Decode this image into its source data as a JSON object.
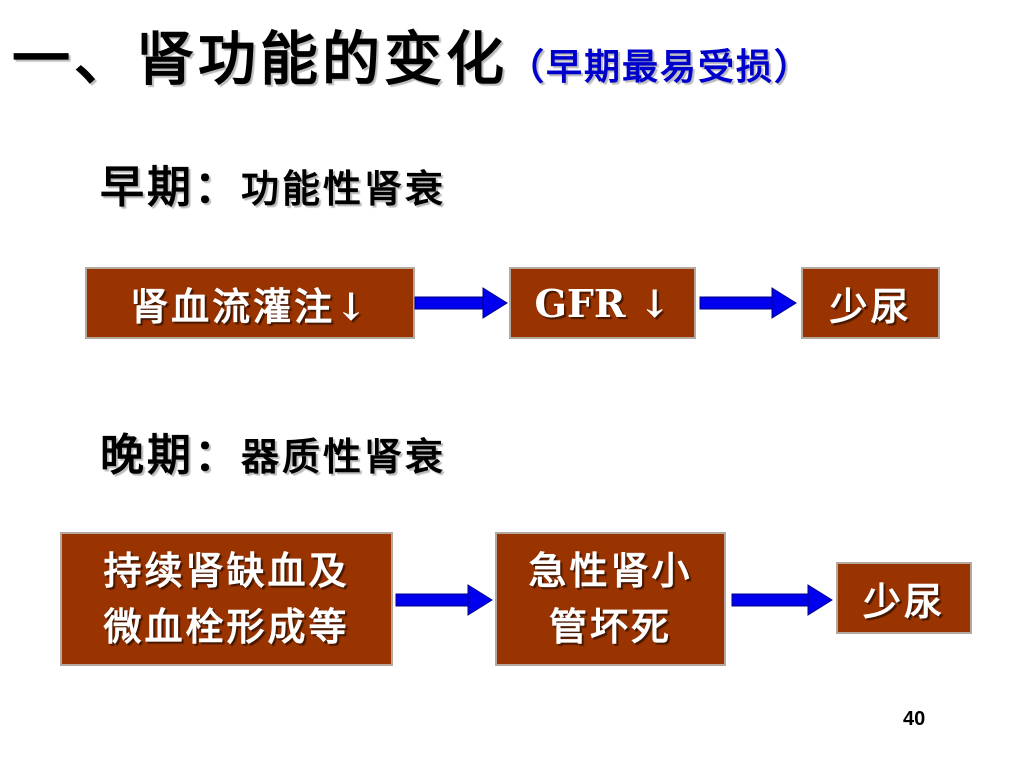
{
  "title": {
    "main": "一、肾功能的变化",
    "sub": "（早期最易受损）"
  },
  "early": {
    "label": "早期：",
    "description": "功能性肾衰",
    "steps": [
      "肾血流灌注↓",
      "GFR ↓",
      "少尿"
    ]
  },
  "late": {
    "label": "晚期：",
    "description": "器质性肾衰",
    "steps": [
      {
        "line1": "持续肾缺血及",
        "line2": "微血栓形成等"
      },
      {
        "line1": "急性肾小",
        "line2": "管坏死"
      },
      {
        "line1": "少尿"
      }
    ]
  },
  "page_number": "40",
  "colors": {
    "box_fill": "#993300",
    "box_text": "#ffffff",
    "arrow": "#0000ee",
    "title_sub": "#0000cc"
  }
}
